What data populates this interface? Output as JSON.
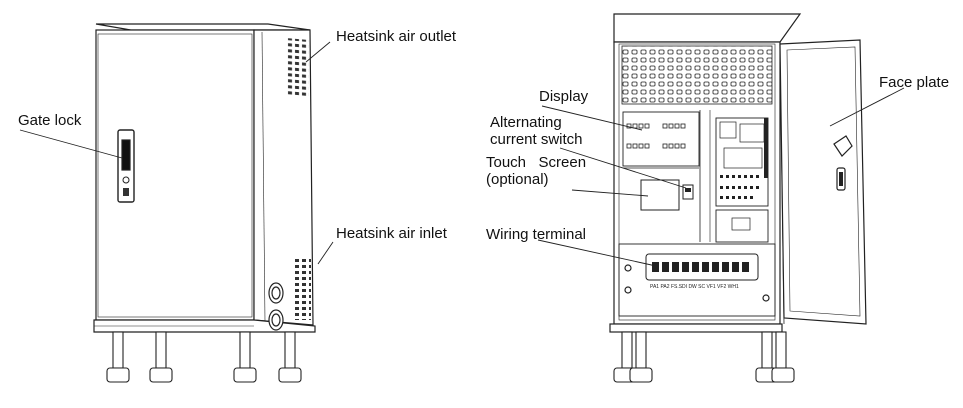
{
  "labels": {
    "gate_lock": "Gate lock",
    "heatsink_outlet": "Heatsink air outlet",
    "heatsink_inlet": "Heatsink air inlet",
    "display": "Display",
    "ac_switch_line1": "Alternating",
    "ac_switch_line2": "current switch",
    "touch_screen_line1": "Touch   Screen",
    "touch_screen_line2": "(optional)",
    "wiring_terminal": "Wiring terminal",
    "face_plate": "Face plate"
  },
  "terminal_markings": "PA1 PA2 FS.SDI DW SC VF1 VF2 WH1"
}
